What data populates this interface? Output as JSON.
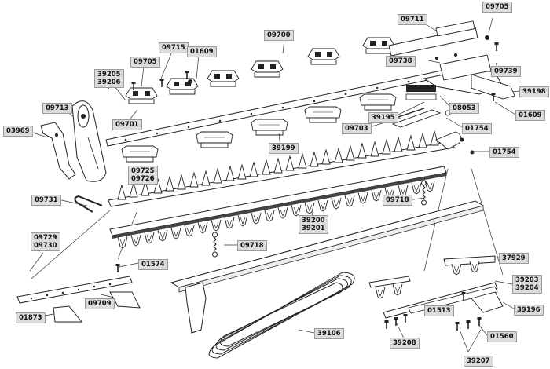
{
  "diagram": {
    "labels": [
      {
        "id": "l09705a",
        "text": "09705"
      },
      {
        "id": "l09711",
        "text": "09711"
      },
      {
        "id": "l09700",
        "text": "09700"
      },
      {
        "id": "l09715",
        "text": "09715"
      },
      {
        "id": "l01609a",
        "text": "01609"
      },
      {
        "id": "l09705b",
        "text": "09705"
      },
      {
        "id": "l39205",
        "text": "39205\n39206"
      },
      {
        "id": "l09738",
        "text": "09738"
      },
      {
        "id": "l09739",
        "text": "09739"
      },
      {
        "id": "l39198",
        "text": "39198"
      },
      {
        "id": "l09713",
        "text": "09713"
      },
      {
        "id": "l09701",
        "text": "09701"
      },
      {
        "id": "l01609b",
        "text": "01609"
      },
      {
        "id": "l08053",
        "text": "08053"
      },
      {
        "id": "l39195",
        "text": "39195"
      },
      {
        "id": "l01754a",
        "text": "01754"
      },
      {
        "id": "l03969",
        "text": "03969"
      },
      {
        "id": "l09703",
        "text": "09703"
      },
      {
        "id": "l39199",
        "text": "39199"
      },
      {
        "id": "l01754b",
        "text": "01754"
      },
      {
        "id": "l09725",
        "text": "09725\n09726"
      },
      {
        "id": "l09731",
        "text": "09731"
      },
      {
        "id": "l09718a",
        "text": "09718"
      },
      {
        "id": "l39200",
        "text": "39200\n39201"
      },
      {
        "id": "l09718b",
        "text": "09718"
      },
      {
        "id": "l09729",
        "text": "09729\n09730"
      },
      {
        "id": "l01574",
        "text": "01574"
      },
      {
        "id": "l37929",
        "text": "37929"
      },
      {
        "id": "l09709",
        "text": "09709"
      },
      {
        "id": "l39203",
        "text": "39203\n39204"
      },
      {
        "id": "l01513",
        "text": "01513"
      },
      {
        "id": "l39196",
        "text": "39196"
      },
      {
        "id": "l01873",
        "text": "01873"
      },
      {
        "id": "l39106",
        "text": "39106"
      },
      {
        "id": "l39208",
        "text": "39208"
      },
      {
        "id": "l01560",
        "text": "01560"
      },
      {
        "id": "l39207",
        "text": "39207"
      }
    ]
  }
}
